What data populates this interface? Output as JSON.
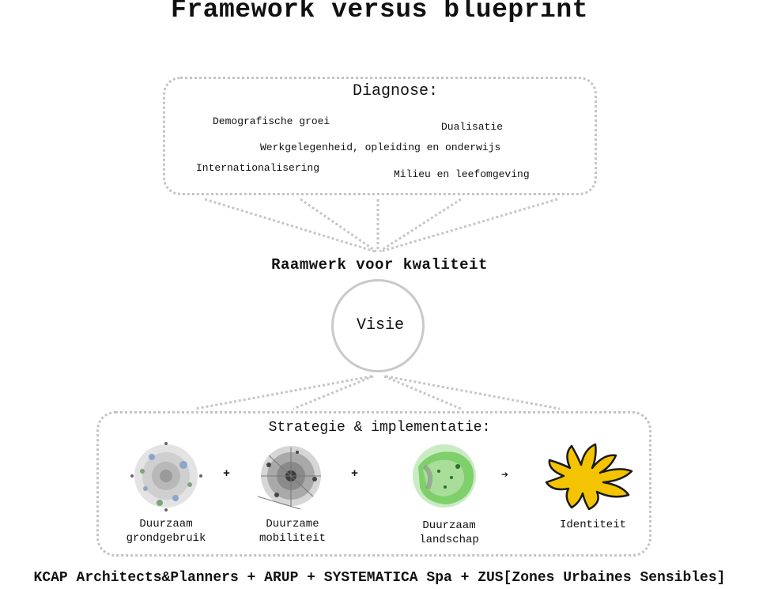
{
  "title": "Framework versus blueprint",
  "diagnosis": {
    "title": "Diagnose:",
    "items": [
      "Demografische groei",
      "Dualisatie",
      "Werkgelegenheid, opleiding en onderwijs",
      "Internationalisering",
      "Milieu en leefomgeving"
    ]
  },
  "framework_title": "Raamwerk voor kwaliteit",
  "vision": "Visie",
  "strategy": {
    "title": "Strategie & implementatie:",
    "components": [
      {
        "label_line1": "Duurzaam",
        "label_line2": "grondgebruik",
        "icon": "land-use-map-icon"
      },
      {
        "label_line1": "Duurzame",
        "label_line2": "mobiliteit",
        "icon": "mobility-map-icon"
      },
      {
        "label_line1": "Duurzaam",
        "label_line2": "landschap",
        "icon": "landscape-map-icon"
      },
      {
        "label_line1": "Identiteit",
        "label_line2": "",
        "icon": "identity-blob-icon"
      }
    ],
    "plus": "+",
    "arrow": "➔"
  },
  "footer": "KCAP Architects&Planners + ARUP + SYSTEMATICA Spa + ZUS[Zones Urbaines Sensibles]",
  "colors": {
    "dotted_border": "#c4c4c4",
    "identity_fill": "#f4c400",
    "landscape_green": "#7fcf6a"
  }
}
